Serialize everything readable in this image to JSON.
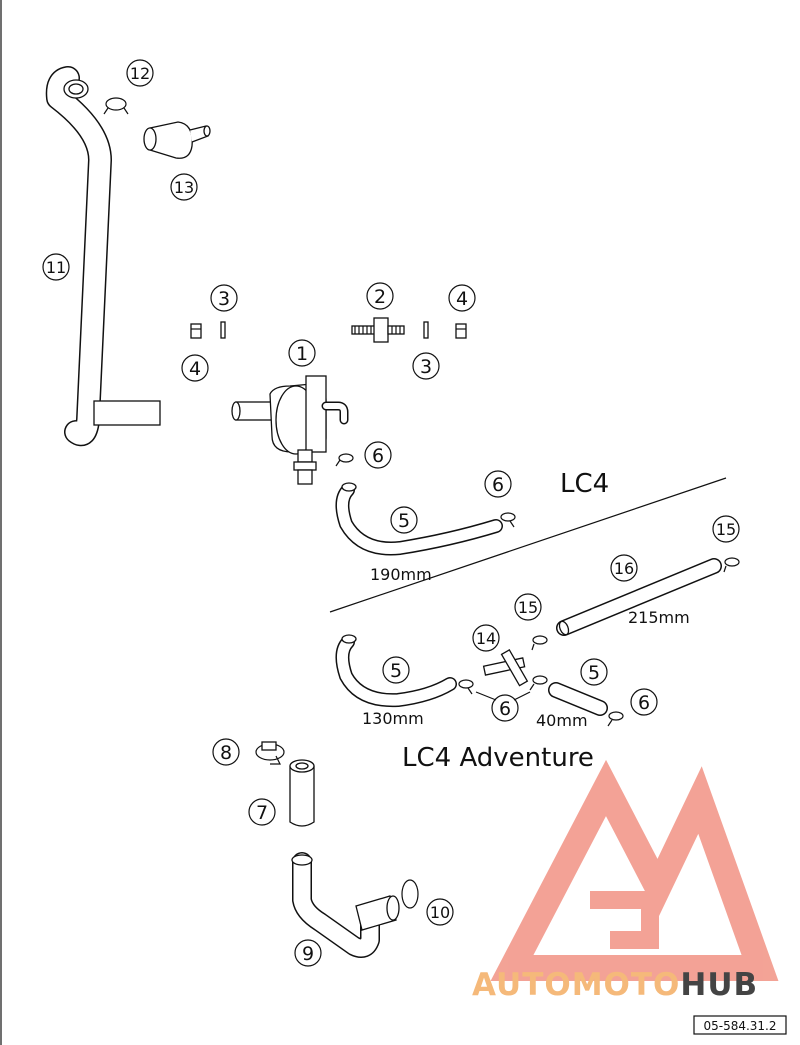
{
  "diagram": {
    "callouts": [
      {
        "id": "c1",
        "label": "1"
      },
      {
        "id": "c2",
        "label": "2"
      },
      {
        "id": "c3a",
        "label": "3"
      },
      {
        "id": "c3b",
        "label": "3"
      },
      {
        "id": "c4a",
        "label": "4"
      },
      {
        "id": "c4b",
        "label": "4"
      },
      {
        "id": "c5a",
        "label": "5"
      },
      {
        "id": "c5b",
        "label": "5"
      },
      {
        "id": "c5c",
        "label": "5"
      },
      {
        "id": "c6a",
        "label": "6"
      },
      {
        "id": "c6b",
        "label": "6"
      },
      {
        "id": "c6c",
        "label": "6"
      },
      {
        "id": "c6d",
        "label": "6"
      },
      {
        "id": "c7",
        "label": "7"
      },
      {
        "id": "c8",
        "label": "8"
      },
      {
        "id": "c9",
        "label": "9"
      },
      {
        "id": "c10",
        "label": "10"
      },
      {
        "id": "c11",
        "label": "11"
      },
      {
        "id": "c12",
        "label": "12"
      },
      {
        "id": "c13",
        "label": "13"
      },
      {
        "id": "c14",
        "label": "14"
      },
      {
        "id": "c15a",
        "label": "15"
      },
      {
        "id": "c15b",
        "label": "15"
      },
      {
        "id": "c16",
        "label": "16"
      }
    ],
    "dimensions": {
      "hose_lc4": "190mm",
      "hose_16": "215mm",
      "hose_adv_long": "130mm",
      "hose_adv_short": "40mm"
    },
    "headings": {
      "lc4": "LC4",
      "lc4_adventure": "LC4 Adventure"
    },
    "reference_code": "05-584.31.2",
    "watermark": {
      "text_part1": "AUTOMOTO",
      "text_part2": "HUB",
      "color_primary": "#f08a7a",
      "color_accent": "#f5b97a",
      "color_dark": "#444444"
    }
  }
}
